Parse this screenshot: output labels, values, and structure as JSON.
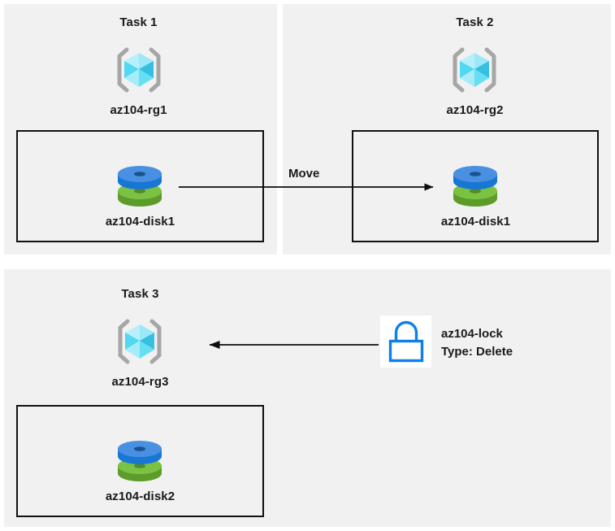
{
  "diagram": {
    "title": "Azure AZ-104 resource group, disk move and resource lock diagram",
    "background_color": "#ffffff",
    "panel_color": "#f1f1f1",
    "border_color": "#111111"
  },
  "palette": {
    "rg_cube_light": "#a6ecf8",
    "rg_cube_mid": "#50d9f0",
    "rg_cube_dark": "#35bfe0",
    "rg_bracket": "#a6a6a6",
    "disk_blue_top": "#4a90e2",
    "disk_blue_side": "#1877d4",
    "disk_blue_hole": "#18528f",
    "disk_green_top": "#7cc242",
    "disk_green_side": "#5d9b2a",
    "disk_green_hole": "#4f8c24",
    "lock_blue": "#0f80e8",
    "lock_tile": "#ffffff",
    "arrow_black": "#0d0d0d"
  },
  "tasks": [
    {
      "id": "task1",
      "title": "Task 1",
      "resource_group": {
        "name": "az104-rg1",
        "icon": "azure-resource-group-icon"
      },
      "resource": {
        "name": "az104-disk1",
        "icon": "azure-managed-disk-icon"
      }
    },
    {
      "id": "task2",
      "title": "Task 2",
      "resource_group": {
        "name": "az104-rg2",
        "icon": "azure-resource-group-icon"
      },
      "resource": {
        "name": "az104-disk1",
        "icon": "azure-managed-disk-icon"
      }
    },
    {
      "id": "task3",
      "title": "Task 3",
      "resource_group": {
        "name": "az104-rg3",
        "icon": "azure-resource-group-icon"
      },
      "resource": {
        "name": "az104-disk2",
        "icon": "azure-managed-disk-icon"
      }
    }
  ],
  "connectors": [
    {
      "id": "move-connector",
      "label": "Move",
      "direction": "right",
      "from": "az104-disk1 in az104-rg1",
      "to": "az104-rg2"
    },
    {
      "id": "lock-connector",
      "label": "",
      "direction": "left",
      "from": "az104-lock",
      "to": "az104-rg3"
    }
  ],
  "lock": {
    "icon": "padlock-icon",
    "name": "az104-lock",
    "type_line": "Type: Delete"
  }
}
